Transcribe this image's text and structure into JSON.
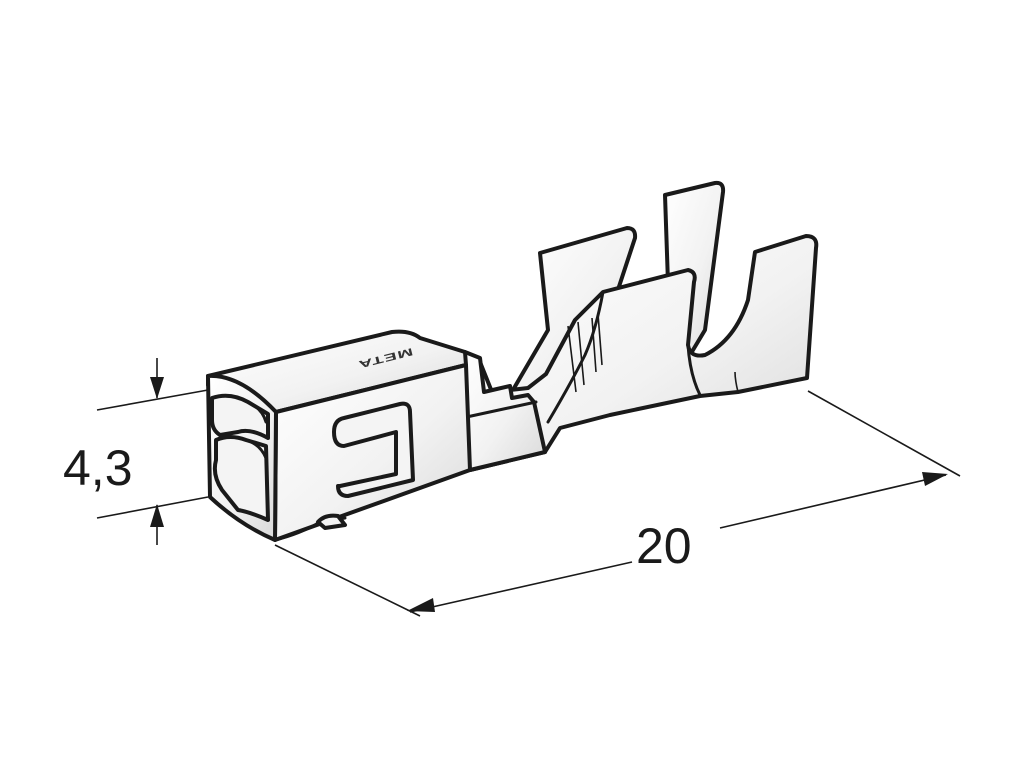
{
  "drawing": {
    "subject": "crimp-terminal",
    "stamp_text": "META",
    "dimensions": {
      "height_label": "4,3",
      "length_label": "20"
    },
    "colors": {
      "line": "#1a1a1a",
      "metal_light": "#ffffff",
      "metal_shade": "#d9d9d9",
      "background": "#ffffff"
    }
  }
}
